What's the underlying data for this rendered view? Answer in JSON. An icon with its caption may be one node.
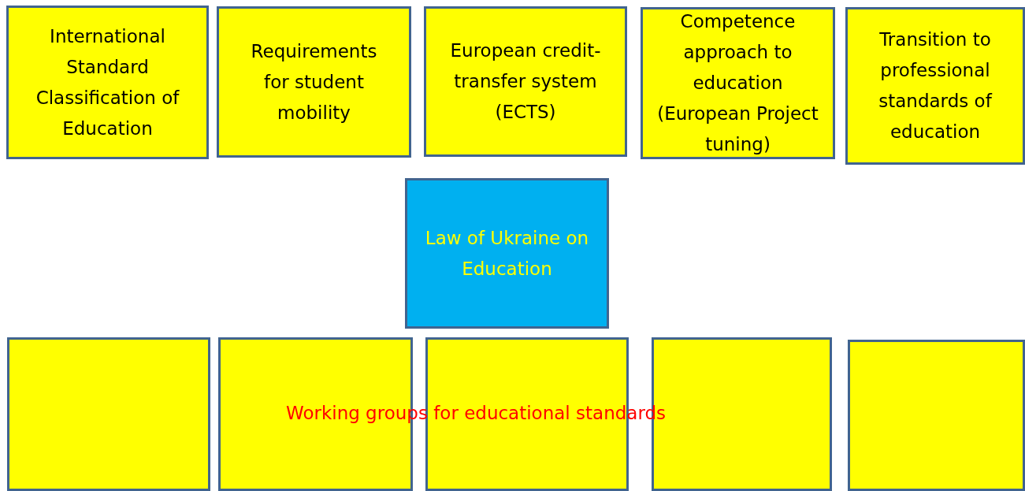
{
  "diagram": {
    "nodes": [
      {
        "text": [
          "International Standard Classification of Education"
        ]
      },
      {
        "text": [
          "Requirements for student mobility"
        ]
      },
      {
        "text": [
          "European credit-transfer system (ECTS)"
        ]
      },
      {
        "text": [
          "Competence approach to education (European Project tuning)"
        ]
      },
      {
        "text": [
          "Transition to professional standards of education"
        ]
      },
      {
        "text": [
          "Law of Ukraine on Education"
        ]
      },
      {
        "text": [],
        "shape": "box"
      },
      {
        "text": [],
        "shape": "box"
      },
      {
        "text": [],
        "shape": "box"
      },
      {
        "text": [],
        "shape": "box"
      },
      {
        "text": [],
        "shape": "box"
      }
    ],
    "labels": [
      "Working groups for educational standards"
    ]
  }
}
